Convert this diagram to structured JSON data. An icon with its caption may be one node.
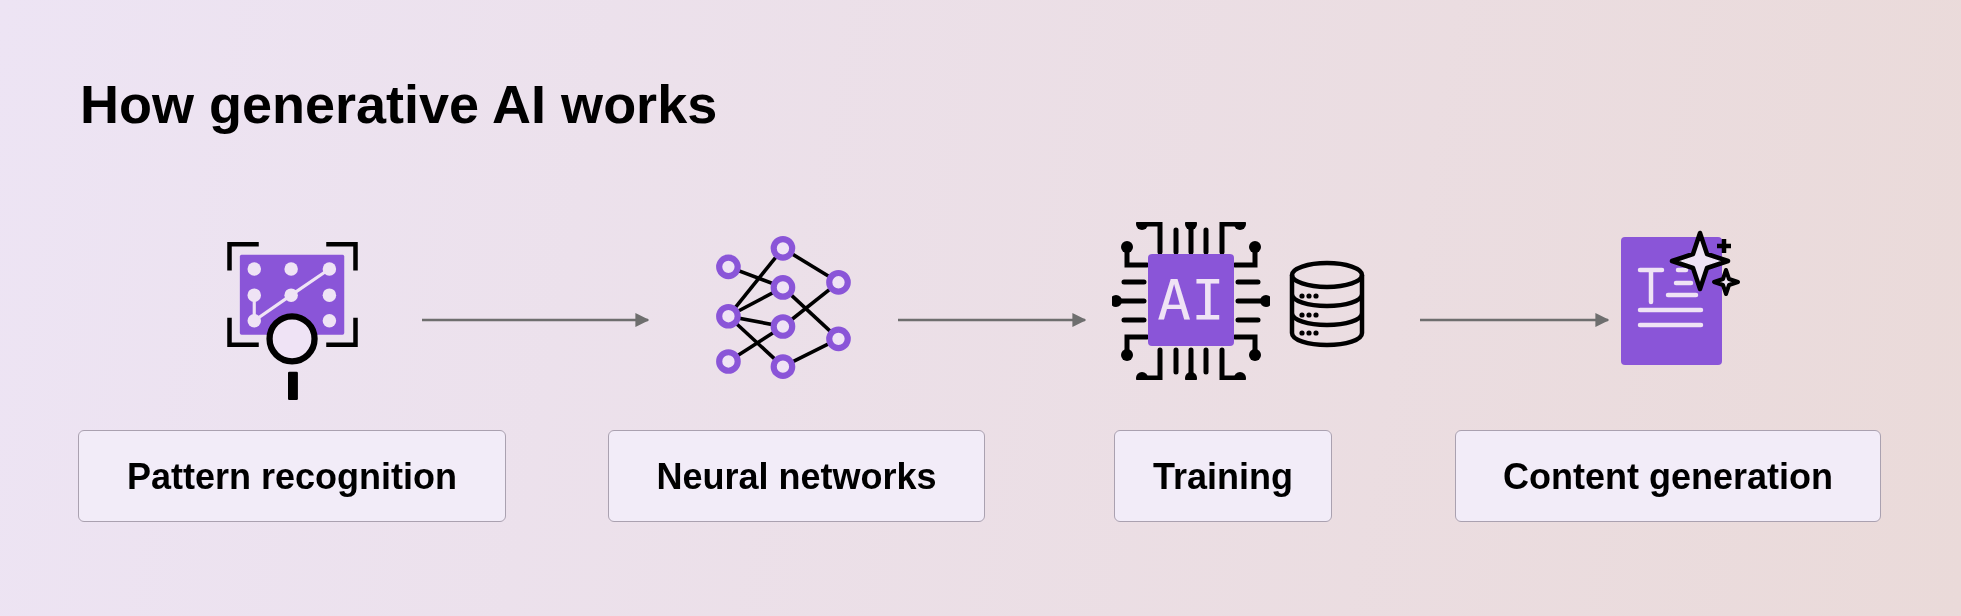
{
  "diagram": {
    "title": "How generative AI works",
    "nodes": [
      {
        "text": [],
        "shape": "picture"
      },
      {
        "text": [],
        "shape": "picture"
      },
      {
        "text": [
          "AI"
        ]
      },
      {
        "text": [],
        "shape": "picture"
      },
      {
        "text": [
          "Pattern recognition"
        ]
      },
      {
        "text": [
          "Neural networks"
        ]
      },
      {
        "text": [
          "Training"
        ]
      },
      {
        "text": [
          "Content generation"
        ]
      }
    ],
    "edges": [
      {
        "from": 0,
        "to": 1,
        "arrow": "to"
      },
      {
        "from": 1,
        "to": 2,
        "arrow": "to"
      },
      {
        "from": 2,
        "to": 3,
        "arrow": "to"
      }
    ]
  }
}
